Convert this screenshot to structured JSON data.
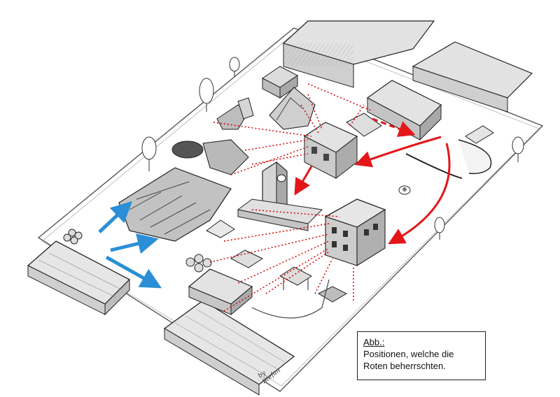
{
  "caption": {
    "heading": "Abb.:",
    "lines": [
      "Positionen, welche die",
      "Roten beherrschten."
    ]
  },
  "signature": "by Stefan",
  "colors": {
    "red_arrow": "#e3171a",
    "blue_arrow": "#2a8fd6",
    "red_dotted": "#d40000",
    "ink": "#2b2b2b",
    "ground": "#ffffff",
    "roof": "#d9d9d9"
  },
  "icons": [
    "tree-icon",
    "tank-icon",
    "truck-icon",
    "barrel-pile-icon",
    "ruined-building-icon"
  ]
}
